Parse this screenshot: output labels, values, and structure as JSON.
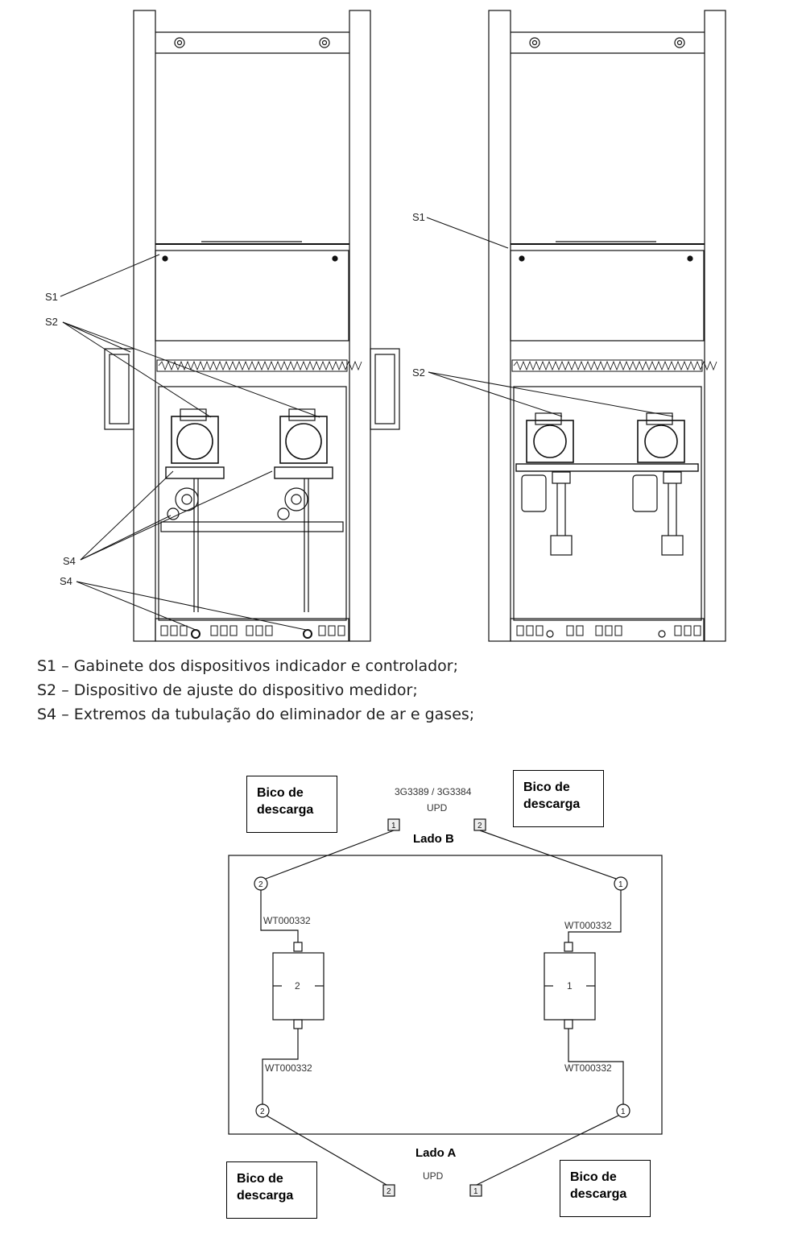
{
  "callouts": {
    "left": {
      "s1": "S1",
      "s2": "S2",
      "s4a": "S4",
      "s4b": "S4"
    },
    "right": {
      "s1": "S1",
      "s2": "S2"
    }
  },
  "legend": [
    "S1 – Gabinete dos dispositivos indicador e controlador;",
    "S2 – Dispositivo de ajuste do dispositivo medidor;",
    "S4 – Extremos da tubulação do eliminador de ar e gases;"
  ],
  "schematic": {
    "nozzles": {
      "top_left": [
        "Bico de",
        "descarga"
      ],
      "top_right": [
        "Bico de",
        "descarga"
      ],
      "bottom_left": [
        "Bico de",
        "descarga"
      ],
      "bottom_right": [
        "Bico de",
        "descarga"
      ]
    },
    "model": "3G3389 / 3G3384",
    "upd_top": "UPD",
    "upd_bottom": "UPD",
    "side_b": "Lado B",
    "side_a": "Lado A",
    "hose_labels": {
      "tl": "WT000332",
      "tr": "WT000332",
      "bl": "WT000332",
      "br": "WT000332"
    },
    "meters": {
      "left": "2",
      "right": "1"
    },
    "connectors": {
      "top_b1": "1",
      "top_b2": "2",
      "bottom_a2": "2",
      "bottom_a1": "1",
      "circle_tl": "2",
      "circle_tr": "1",
      "circle_bl": "2",
      "circle_br": "1"
    }
  }
}
